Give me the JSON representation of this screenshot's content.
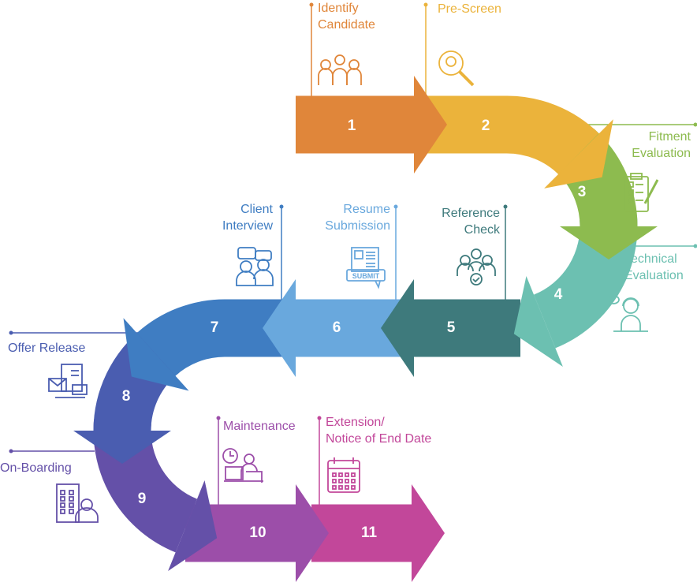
{
  "stages": [
    {
      "number": "1",
      "label": "Identify\nCandidate",
      "color": "#E0863A",
      "icon": "team-icon"
    },
    {
      "number": "2",
      "label": "Pre-Screen",
      "color": "#EBB33B",
      "icon": "magnifier-person-icon"
    },
    {
      "number": "3",
      "label": "Fitment\nEvaluation",
      "color": "#8DBB4F",
      "icon": "clipboard-checklist-icon"
    },
    {
      "number": "4",
      "label": "Technical\nEvaluation",
      "color": "#6CC0B1",
      "icon": "headset-person-icon"
    },
    {
      "number": "5",
      "label": "Reference\nCheck",
      "color": "#3E7A7C",
      "icon": "group-check-icon"
    },
    {
      "number": "6",
      "label": "Resume\nSubmission",
      "color": "#69A8DD",
      "icon": "submit-document-icon",
      "icon_text": "SUBMIT"
    },
    {
      "number": "7",
      "label": "Client\nInterview",
      "color": "#3F7DC2",
      "icon": "interview-icon"
    },
    {
      "number": "8",
      "label": "Offer Release",
      "color": "#4A5DB0",
      "icon": "offer-letter-icon"
    },
    {
      "number": "9",
      "label": "On-Boarding",
      "color": "#6450A8",
      "icon": "office-building-person-icon"
    },
    {
      "number": "10",
      "label": "Maintenance",
      "color": "#9C4EA9",
      "icon": "clock-desk-person-icon"
    },
    {
      "number": "11",
      "label": "Extension/\nNotice of End Date",
      "color": "#C2479A",
      "icon": "calendar-icon"
    }
  ]
}
